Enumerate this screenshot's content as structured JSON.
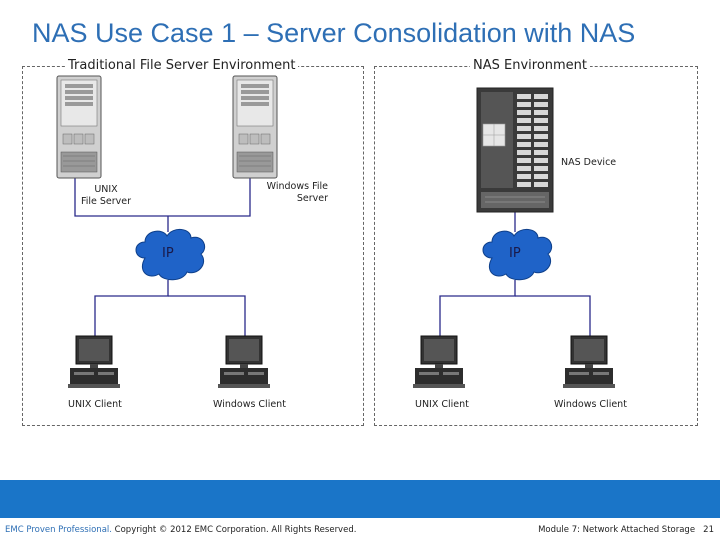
{
  "slide": {
    "title": "NAS Use Case 1 – Server Consolidation with NAS"
  },
  "left_panel": {
    "label": "Traditional File Server Environment",
    "server_unix": "UNIX\nFile Server",
    "server_windows": "Windows File\nServer",
    "network_label": "IP",
    "client_unix": "UNIX Client",
    "client_windows": "Windows Client"
  },
  "right_panel": {
    "label": "NAS Environment",
    "nas_device": "NAS Device",
    "network_label": "IP",
    "client_unix": "UNIX Client",
    "client_windows": "Windows Client"
  },
  "footer": {
    "brand": "EMC Proven Professional.",
    "copyright": " Copyright © 2012 EMC Corporation. All Rights Reserved.",
    "module": "Module 7: Network Attached Storage",
    "page_number": "21"
  },
  "colors": {
    "title": "#2e6fb5",
    "footer_bar": "#1a75c8",
    "link_line": "#2a2a8a",
    "cloud_fill": "#1f63c8"
  }
}
